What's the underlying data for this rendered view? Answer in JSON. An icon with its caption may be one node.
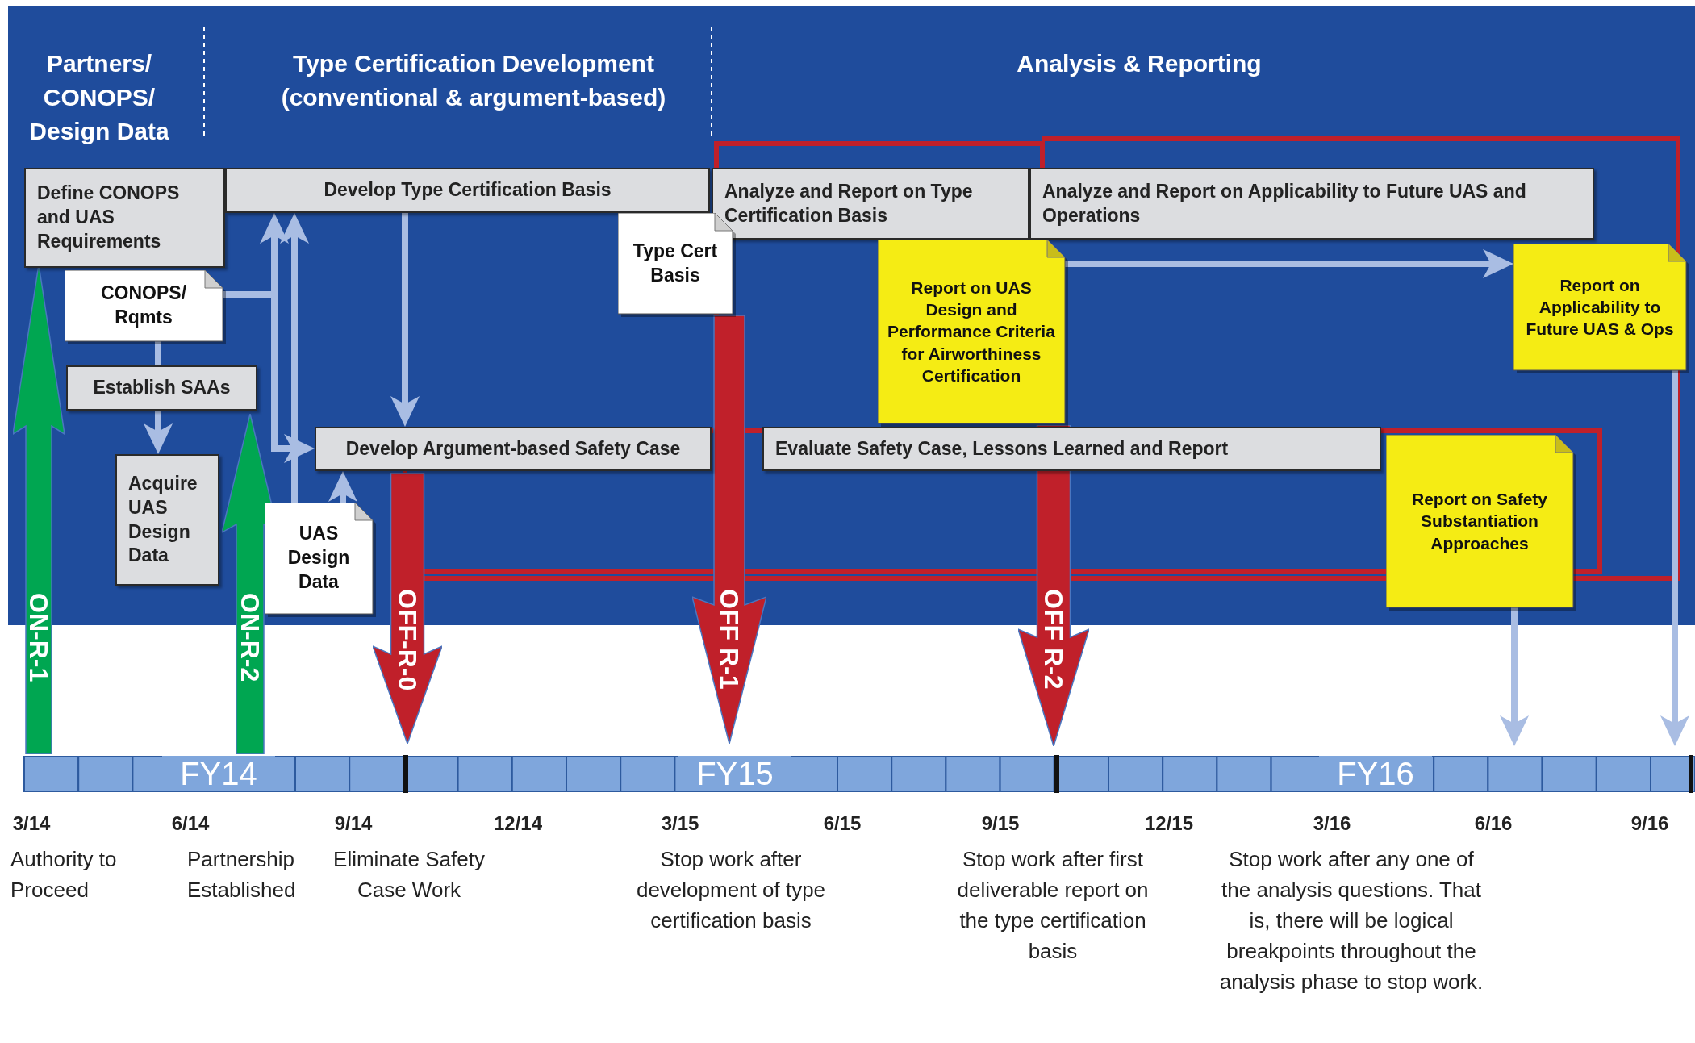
{
  "diagram": {
    "nodes": [
      {
        "text": [
          "Define CONOPS and UAS Requirements"
        ]
      },
      {
        "text": [
          "Develop Type Certification Basis"
        ]
      },
      {
        "text": [
          "Analyze and Report on Type Certification Basis"
        ]
      },
      {
        "text": [
          "Analyze and Report on Applicability to Future UAS and Operations"
        ]
      },
      {
        "text": [
          "CONOPS/ Rqmts"
        ]
      },
      {
        "text": [
          "Type Cert Basis"
        ]
      },
      {
        "text": [
          "Report on UAS Design and Performance Criteria for Airworthiness Certification"
        ]
      },
      {
        "text": [
          "Report on Applicability to Future UAS & Ops"
        ]
      },
      {
        "text": [
          "Establish SAAs"
        ]
      },
      {
        "text": [
          "Develop Argument-based Safety Case"
        ]
      },
      {
        "text": [
          "Evaluate Safety Case, Lessons Learned and Report"
        ]
      },
      {
        "text": [
          "Acquire UAS Design Data"
        ]
      },
      {
        "text": [
          "Report on Safety Substantiation Approaches"
        ]
      },
      {
        "text": [
          "UAS Design Data"
        ]
      },
      {
        "text": [
          "ON-R-1"
        ]
      },
      {
        "text": [
          "ON-R-2"
        ]
      },
      {
        "text": [
          "OFF-R-0"
        ]
      },
      {
        "text": [
          "OFF R-1"
        ]
      },
      {
        "text": [
          "OFF R-2"
        ]
      }
    ],
    "edges": [
      {
        "from": 4,
        "to": 8,
        "arrow": "none"
      },
      {
        "from": 8,
        "to": 11,
        "arrow": "to"
      },
      {
        "from": 4,
        "to": 1,
        "arrow": "to"
      },
      {
        "from": 4,
        "to": 9,
        "arrow": "to"
      },
      {
        "from": 13,
        "to": 1,
        "arrow": "to"
      },
      {
        "from": 13,
        "to": 9,
        "arrow": "to"
      },
      {
        "from": 1,
        "to": 9,
        "arrow": "to"
      },
      {
        "from": 6,
        "to": 7,
        "arrow": "to"
      },
      {
        "from": 12,
        "to": null,
        "arrow": "to"
      },
      {
        "from": 7,
        "to": null,
        "arrow": "to"
      }
    ],
    "labels": [
      "Partners/ CONOPS/ Design Data",
      "Type Certification Development (conventional & argument-based)",
      "Analysis & Reporting",
      "FY14",
      "FY15",
      "FY16",
      "3/14",
      "6/14",
      "9/14",
      "12/14",
      "3/15",
      "6/15",
      "9/15",
      "12/15",
      "3/16",
      "6/16",
      "9/16",
      "Authority to Proceed",
      "Partnership Established",
      "Eliminate Safety Case Work",
      "Stop work after development of type certification basis",
      "Stop work after first deliverable report on the type certification basis",
      "Stop work after any one of the analysis questions. That is, there will be logical breakpoints throughout the analysis phase to stop work."
    ]
  }
}
